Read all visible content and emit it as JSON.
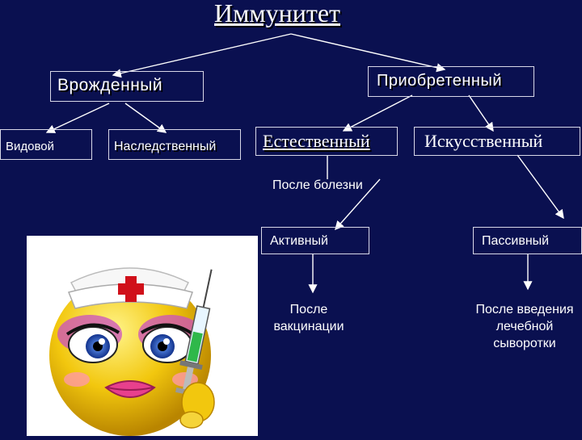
{
  "title": "Иммунитет",
  "innate": {
    "label": "Врожденный",
    "children": [
      "Видовой",
      "Наследственный"
    ]
  },
  "acquired": {
    "label": "Приобретенный",
    "natural": {
      "label": "Естественный",
      "note": "После болезни"
    },
    "artificial": {
      "label": "Искусственный"
    },
    "active": {
      "label": "Активный",
      "result": "После вакцинации"
    },
    "passive": {
      "label": "Пассивный",
      "result": "После введения лечебной сыворотки"
    }
  },
  "illustration": {
    "icon": "nurse-smiley-with-syringe"
  },
  "colors": {
    "background": "#0a1050",
    "text": "#ffffff",
    "lines": "#ffffff"
  }
}
